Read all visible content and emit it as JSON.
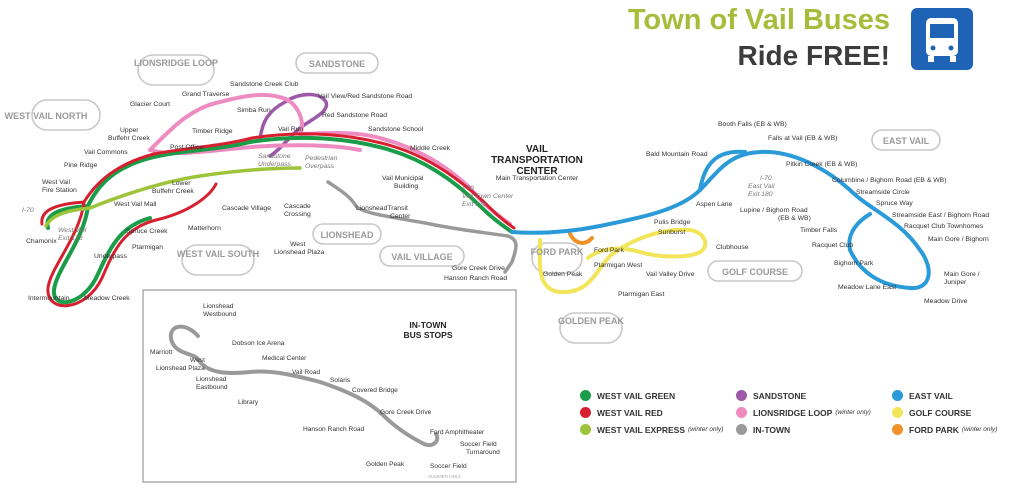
{
  "header": {
    "title": "Town of Vail Buses",
    "subtitle": "Ride FREE!",
    "logo_icon": "bus-icon",
    "title_color": "#a5bd3a",
    "logo_color": "#1e63b5"
  },
  "route_colors": {
    "west_vail_green": "#1a9c48",
    "west_vail_red": "#d6202f",
    "west_vail_express": "#9ec43b",
    "sandstone": "#9b59a8",
    "lionsridge_loop": "#ee8bc0",
    "in_town": "#9a9a9a",
    "east_vail": "#2a9ad8",
    "golf_course": "#f2e55a",
    "ford_park": "#f0922b"
  },
  "areas": {
    "west_vail_north": "WEST VAIL NORTH",
    "lionsridge_loop": "LIONSRIDGE LOOP",
    "sandstone": "SANDSTONE",
    "west_vail_south": "WEST VAIL SOUTH",
    "lionshead": "LIONSHEAD",
    "vail_village": "VAIL VILLAGE",
    "ford_park": "FORD PARK",
    "golden_peak": "GOLDEN PEAK",
    "golf_course": "GOLF COURSE",
    "east_vail": "EAST VAIL"
  },
  "transport_center": {
    "title_line1": "VAIL",
    "title_line2": "TRANSPORTATION",
    "title_line3": "CENTER",
    "stop": "Main Transportation Center"
  },
  "interchanges": {
    "exit173_line1": "I-70",
    "exit173_line2": "West Vail",
    "exit173_line3": "Exit 173",
    "exit176_line1": "I-70",
    "exit176_line2": "Vail Town Center",
    "exit176_line3": "Exit 176",
    "exit180_line1": "I-70",
    "exit180_line2": "East Vail",
    "exit180_line3": "Exit 180"
  },
  "notes": {
    "sandstone_underpass_1": "Sandstone",
    "sandstone_underpass_2": "Underpass",
    "pedestrian_overpass_1": "Pedestrian",
    "pedestrian_overpass_2": "Overpass"
  },
  "stops": {
    "chamonix": "Chamonix",
    "intermountain": "Intermountain",
    "meadow_creek": "Meadow Creek",
    "underpass": "Underpass",
    "west_vail_fire_1": "West Vail",
    "west_vail_fire_2": "Fire Station",
    "pine_ridge": "Pine Ridge",
    "vail_commons": "Vail Commons",
    "upper_buffehr_1": "Upper",
    "upper_buffehr_2": "Buffehr Creek",
    "glacier_court": "Glacier Court",
    "grand_traverse": "Grand Traverse",
    "sandstone_creek_club": "Sandstone Creek Club",
    "vail_view": "Vail View/Red Sandstone Road",
    "simba_run": "Simba Run",
    "red_sandstone_road": "Red Sandstone Road",
    "vail_run": "Vail Run",
    "timber_ridge": "Timber Ridge",
    "post_office": "Post Office",
    "sandstone_school": "Sandstone School",
    "middle_creek": "Middle Creek",
    "lower_buffehr_1": "Lower",
    "lower_buffehr_2": "Buffehr Creek",
    "west_vail_mall": "West Vail Mall",
    "cascade_village": "Cascade Village",
    "spruce_creek": "Spruce Creek",
    "matterhorn": "Matterhorn",
    "ptarmigan": "Ptarmigan",
    "cascade_crossing_1": "Cascade",
    "cascade_crossing_2": "Crossing",
    "west_lionshead_1": "West",
    "west_lionshead_2": "Lionshead Plaza",
    "vail_municipal_1": "Vail Municipal",
    "vail_municipal_2": "Building",
    "lionshead_transit_1": "LionsheadTransit",
    "lionshead_transit_2": "Center",
    "gore_creek_drive": "Gore Creek Drive",
    "hanson_ranch_road": "Hanson Ranch Road",
    "golden_peak": "Golden Peak",
    "ford_park": "Ford Park",
    "ptarmigan_west": "Ptarmigan West",
    "ptarmigan_east": "Ptarmigan East",
    "pulis_bridge": "Pulis Bridge",
    "sunburst": "Sunburst",
    "vail_valley_drive": "Vail Valley Drive",
    "clubhouse": "Clubhouse",
    "aspen_lane": "Aspen Lane",
    "bald_mountain_road": "Bald Mountain Road",
    "booth_falls": "Booth Falls (EB & WB)",
    "falls_at_vail": "Falls at Vail (EB & WB)",
    "pitkin_creek": "Pitkin Creek (EB & WB)",
    "columbine_bighorn": "Columbine / Bighorn Road (EB & WB)",
    "streamside_circle": "Streamside Circle",
    "spruce_way": "Spruce Way",
    "streamside_east": "Streamside East / Bighorn Road",
    "racquet_club_townhomes": "Racquet Club Townhomes",
    "main_gore_bighorn": "Main Gore / Bighorn",
    "lupine_bighorn_1": "Lupine / Bighorn Road",
    "lupine_bighorn_2": "(EB & WB)",
    "timber_falls": "Timber Falls",
    "racquet_club": "Racquet Club",
    "bighorn_park": "Bighorn Park",
    "main_gore_juniper_1": "Main Gore /",
    "main_gore_juniper_2": "Juniper",
    "meadow_lane_east": "Meadow Lane East",
    "meadow_drive": "Meadow Drive"
  },
  "in_town": {
    "title_line1": "IN-TOWN",
    "title_line2": "BUS STOPS",
    "summer_only": "SUMMER ONLY",
    "stops": {
      "lionshead_westbound_1": "Lionshead",
      "lionshead_westbound_2": "Westbound",
      "marriott": "Marriott",
      "west_lionshead_1": "West",
      "west_lionshead_2": "Lionshead Plaza",
      "dobson": "Dobson Ice Arena",
      "medical_center": "Medical Center",
      "lionshead_eastbound_1": "Lionshead",
      "lionshead_eastbound_2": "Eastbound",
      "vail_road": "Vail Road",
      "solaris": "Solaris",
      "library": "Library",
      "covered_bridge": "Covered Bridge",
      "gore_creek_drive": "Gore Creek Drive",
      "hanson_ranch_road": "Hanson Ranch Road",
      "ford_amphitheater": "Ford Amphitheater",
      "soccer_turnaround_1": "Soccer Field",
      "soccer_turnaround_2": "Turnaround",
      "golden_peak": "Golden Peak",
      "soccer_field": "Soccer Field"
    }
  },
  "legend": {
    "items": [
      {
        "label": "WEST VAIL GREEN",
        "note": "",
        "color": "#1a9c48"
      },
      {
        "label": "WEST VAIL RED",
        "note": "",
        "color": "#d6202f"
      },
      {
        "label": "WEST VAIL EXPRESS",
        "note": "(winter only)",
        "color": "#9ec43b"
      },
      {
        "label": "SANDSTONE",
        "note": "",
        "color": "#9b59a8"
      },
      {
        "label": "LIONSRIDGE LOOP",
        "note": "(winter only)",
        "color": "#ee8bc0"
      },
      {
        "label": "IN-TOWN",
        "note": "",
        "color": "#9a9a9a"
      },
      {
        "label": "EAST VAIL",
        "note": "",
        "color": "#2a9ad8"
      },
      {
        "label": "GOLF COURSE",
        "note": "",
        "color": "#f2e55a"
      },
      {
        "label": "FORD PARK",
        "note": "(winter only)",
        "color": "#f0922b"
      }
    ]
  }
}
